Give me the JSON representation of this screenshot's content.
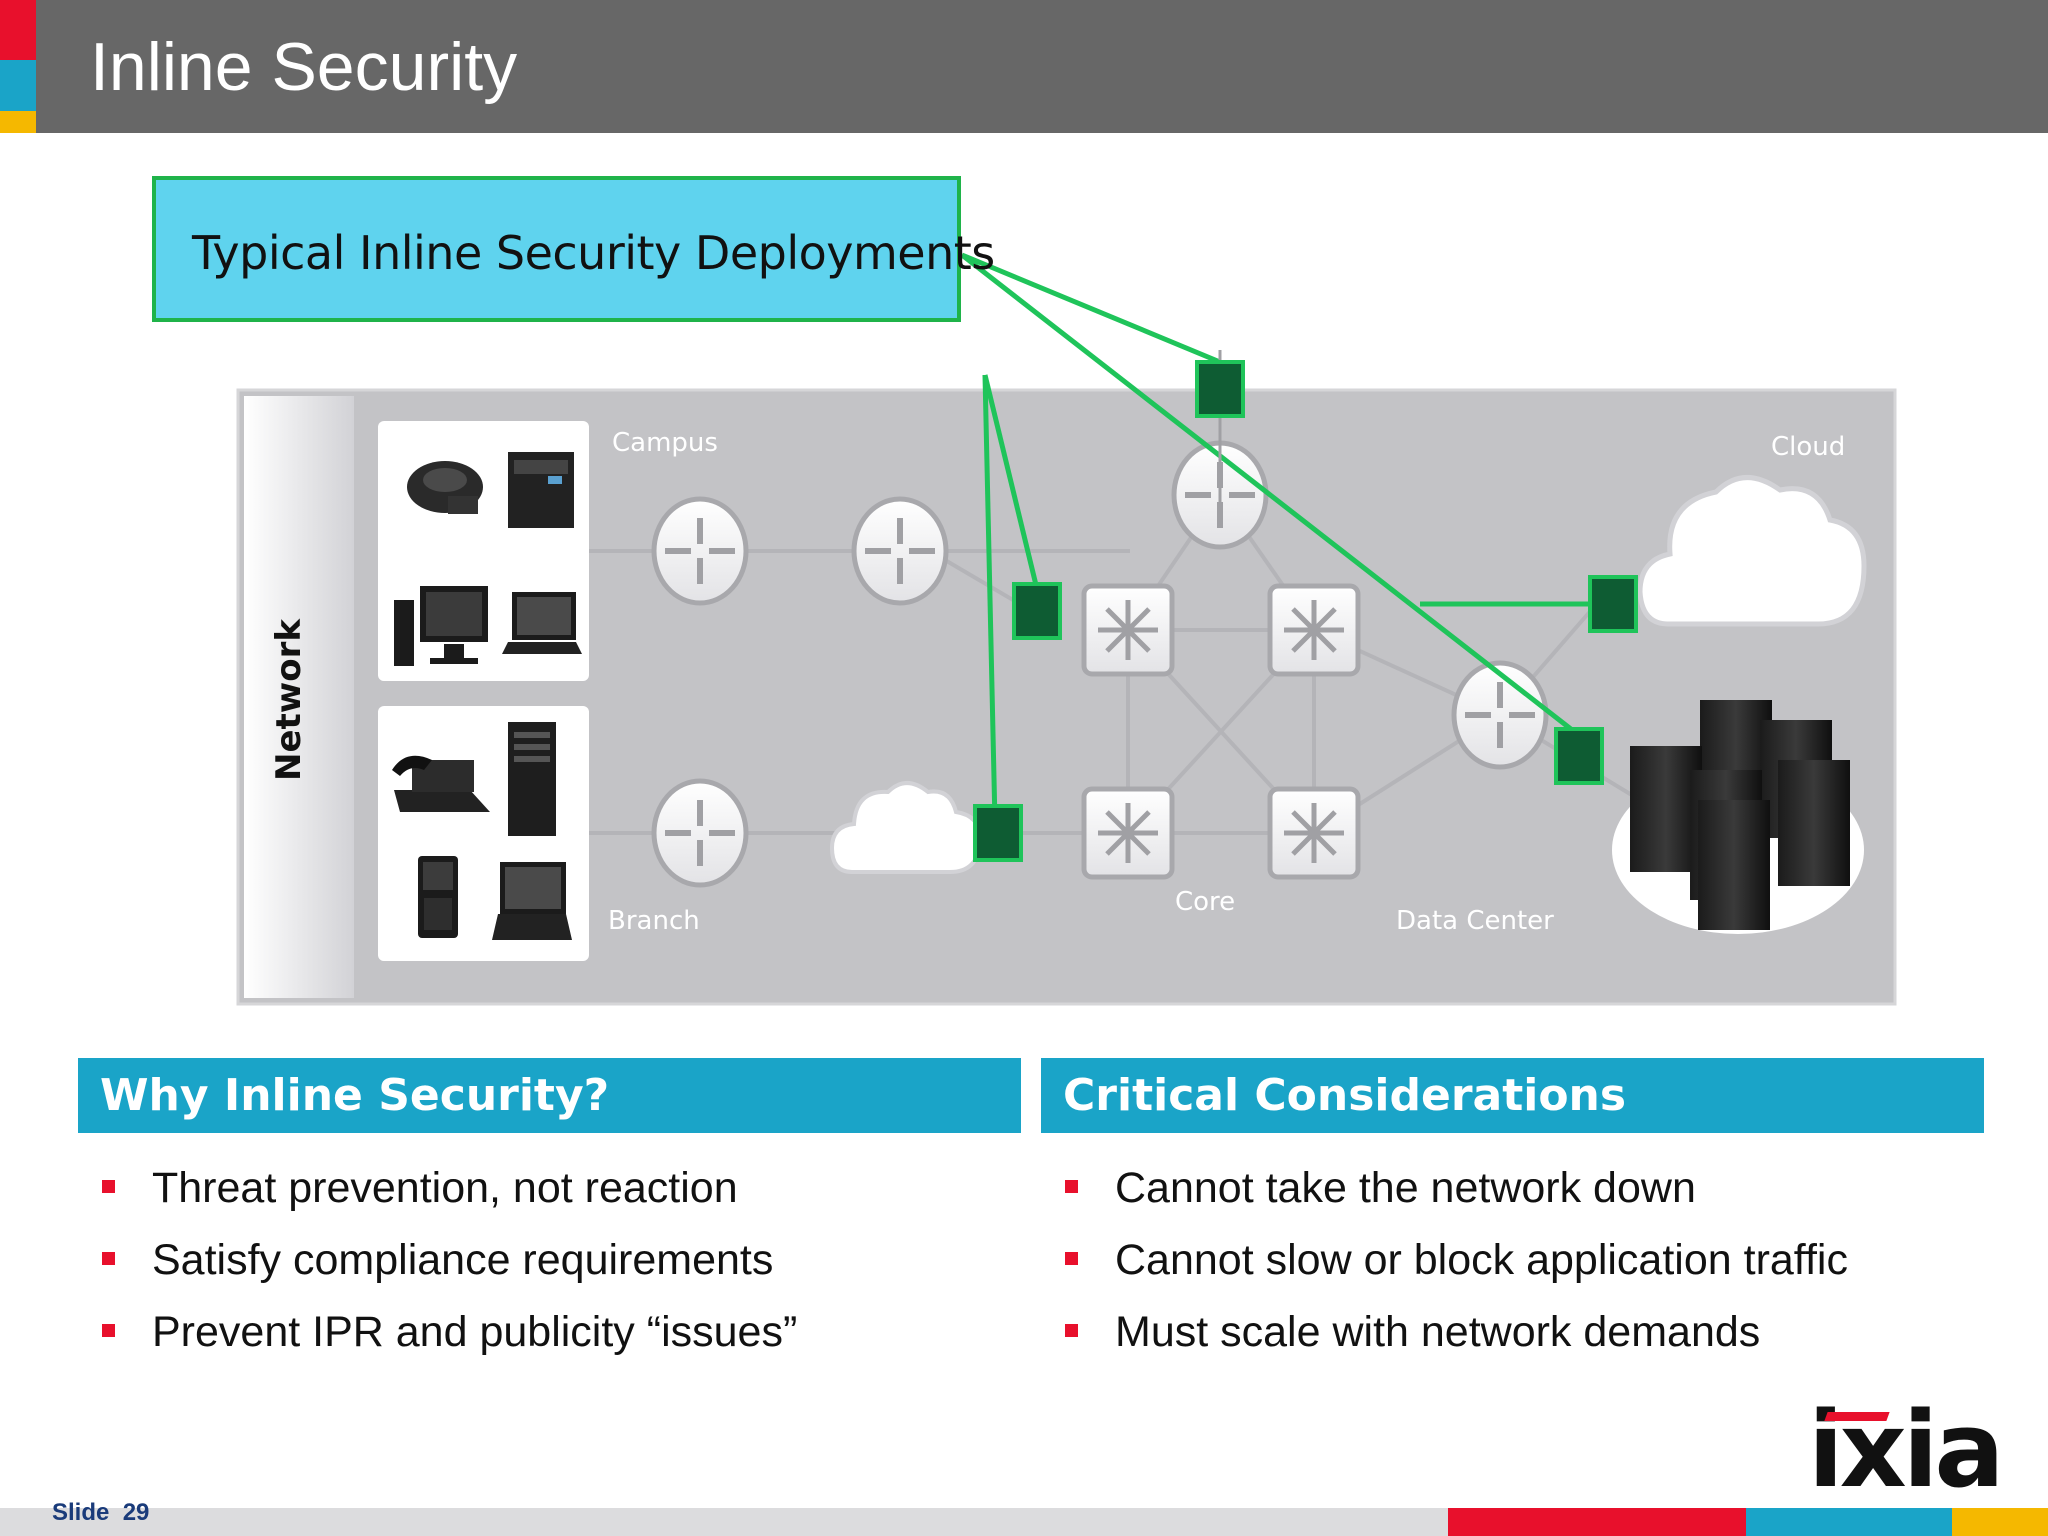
{
  "slide": {
    "title": "Inline Security",
    "slide_label": "Slide",
    "slide_number": "29",
    "logo_text": "ixia"
  },
  "diagram": {
    "callout_text": "Typical Inline Security Deployments",
    "network_label": "Network",
    "zones": {
      "campus": "Campus",
      "branch": "Branch",
      "core": "Core",
      "data_center": "Data Center",
      "cloud": "Cloud"
    }
  },
  "sections": {
    "why": {
      "heading": "Why Inline Security?",
      "items": [
        "Threat prevention, not reaction",
        "Satisfy compliance requirements",
        "Prevent IPR and publicity “issues”"
      ]
    },
    "critical": {
      "heading": "Critical Considerations",
      "items": [
        "Cannot take the network down",
        "Cannot slow or block application traffic",
        "Must scale with network demands"
      ]
    }
  },
  "colors": {
    "title_bar": "#676767",
    "accent_red": "#e8102c",
    "accent_blue": "#1aa4c8",
    "accent_yellow": "#f5b800",
    "callout_fill": "#5fd3ee",
    "link_green": "#1fb34a",
    "security_node": "#0e5c33",
    "network_panel": "#c3c3c6"
  },
  "icons": [
    "conference-phone-icon",
    "printer-icon",
    "desktop-pc-icon",
    "laptop-icon",
    "desk-phone-icon",
    "tower-server-icon",
    "mobile-phone-icon",
    "router-icon",
    "core-switch-icon",
    "cloud-icon",
    "server-rack-icon"
  ]
}
